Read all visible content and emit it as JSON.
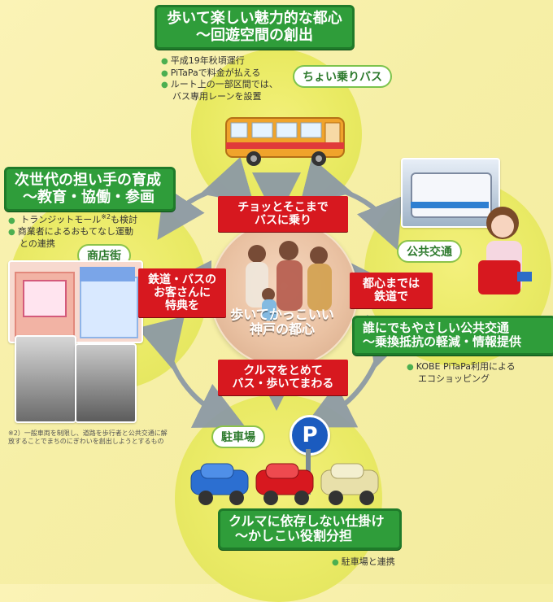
{
  "top_box": {
    "line1": "歩いて楽しい魅力的な都心",
    "line2": "〜回遊空間の創出"
  },
  "top_bullets": [
    "平成19年秋頃運行",
    "PiTaPaで料金が払える",
    "ルート上の一部区間では、",
    "バス専用レーンを設置"
  ],
  "bus_pill": "ちょい乗りバス",
  "left_box": {
    "line1": "次世代の担い手の育成",
    "line2": "〜教育・協働・参画"
  },
  "left_bullets": [
    "トランジットモール",
    "※2",
    "も検討",
    "商業者によるおもてなし運動",
    "との連携"
  ],
  "shop_pill": "商店街",
  "left_footnote": [
    "※2）一般車両を制限し、道路を歩行者と公共交通に解",
    "放することでまちのにぎわいを創出しようとするもの"
  ],
  "right_pill": "公共交通",
  "right_box": {
    "line1": "誰にでもやさしい公共交通",
    "line2": "〜乗換抵抗の軽減・情報提供"
  },
  "right_bullets": [
    "KOBE PiTaPa利用による",
    "エコショッピング"
  ],
  "parking_pill": "駐車場",
  "bottom_box": {
    "line1": "クルマに依存しない仕掛け",
    "line2": "〜かしこい役割分担"
  },
  "bottom_bullets": [
    "駐車場と連携"
  ],
  "red_top": [
    "チョッとそこまで",
    "バスに乗り"
  ],
  "red_left": [
    "鉄道・バスの",
    "お客さんに",
    "特典を"
  ],
  "red_right": [
    "都心までは",
    "鉄道で"
  ],
  "red_bottom": [
    "クルマをとめて",
    "バス・歩いてまわる"
  ],
  "center_text": [
    "歩いてかっこいい",
    "神戸の都心"
  ],
  "parking_sign": "P",
  "colors": {
    "green": "#2f9d3a",
    "red": "#d7181f",
    "yellow": "#f0ee6a"
  }
}
